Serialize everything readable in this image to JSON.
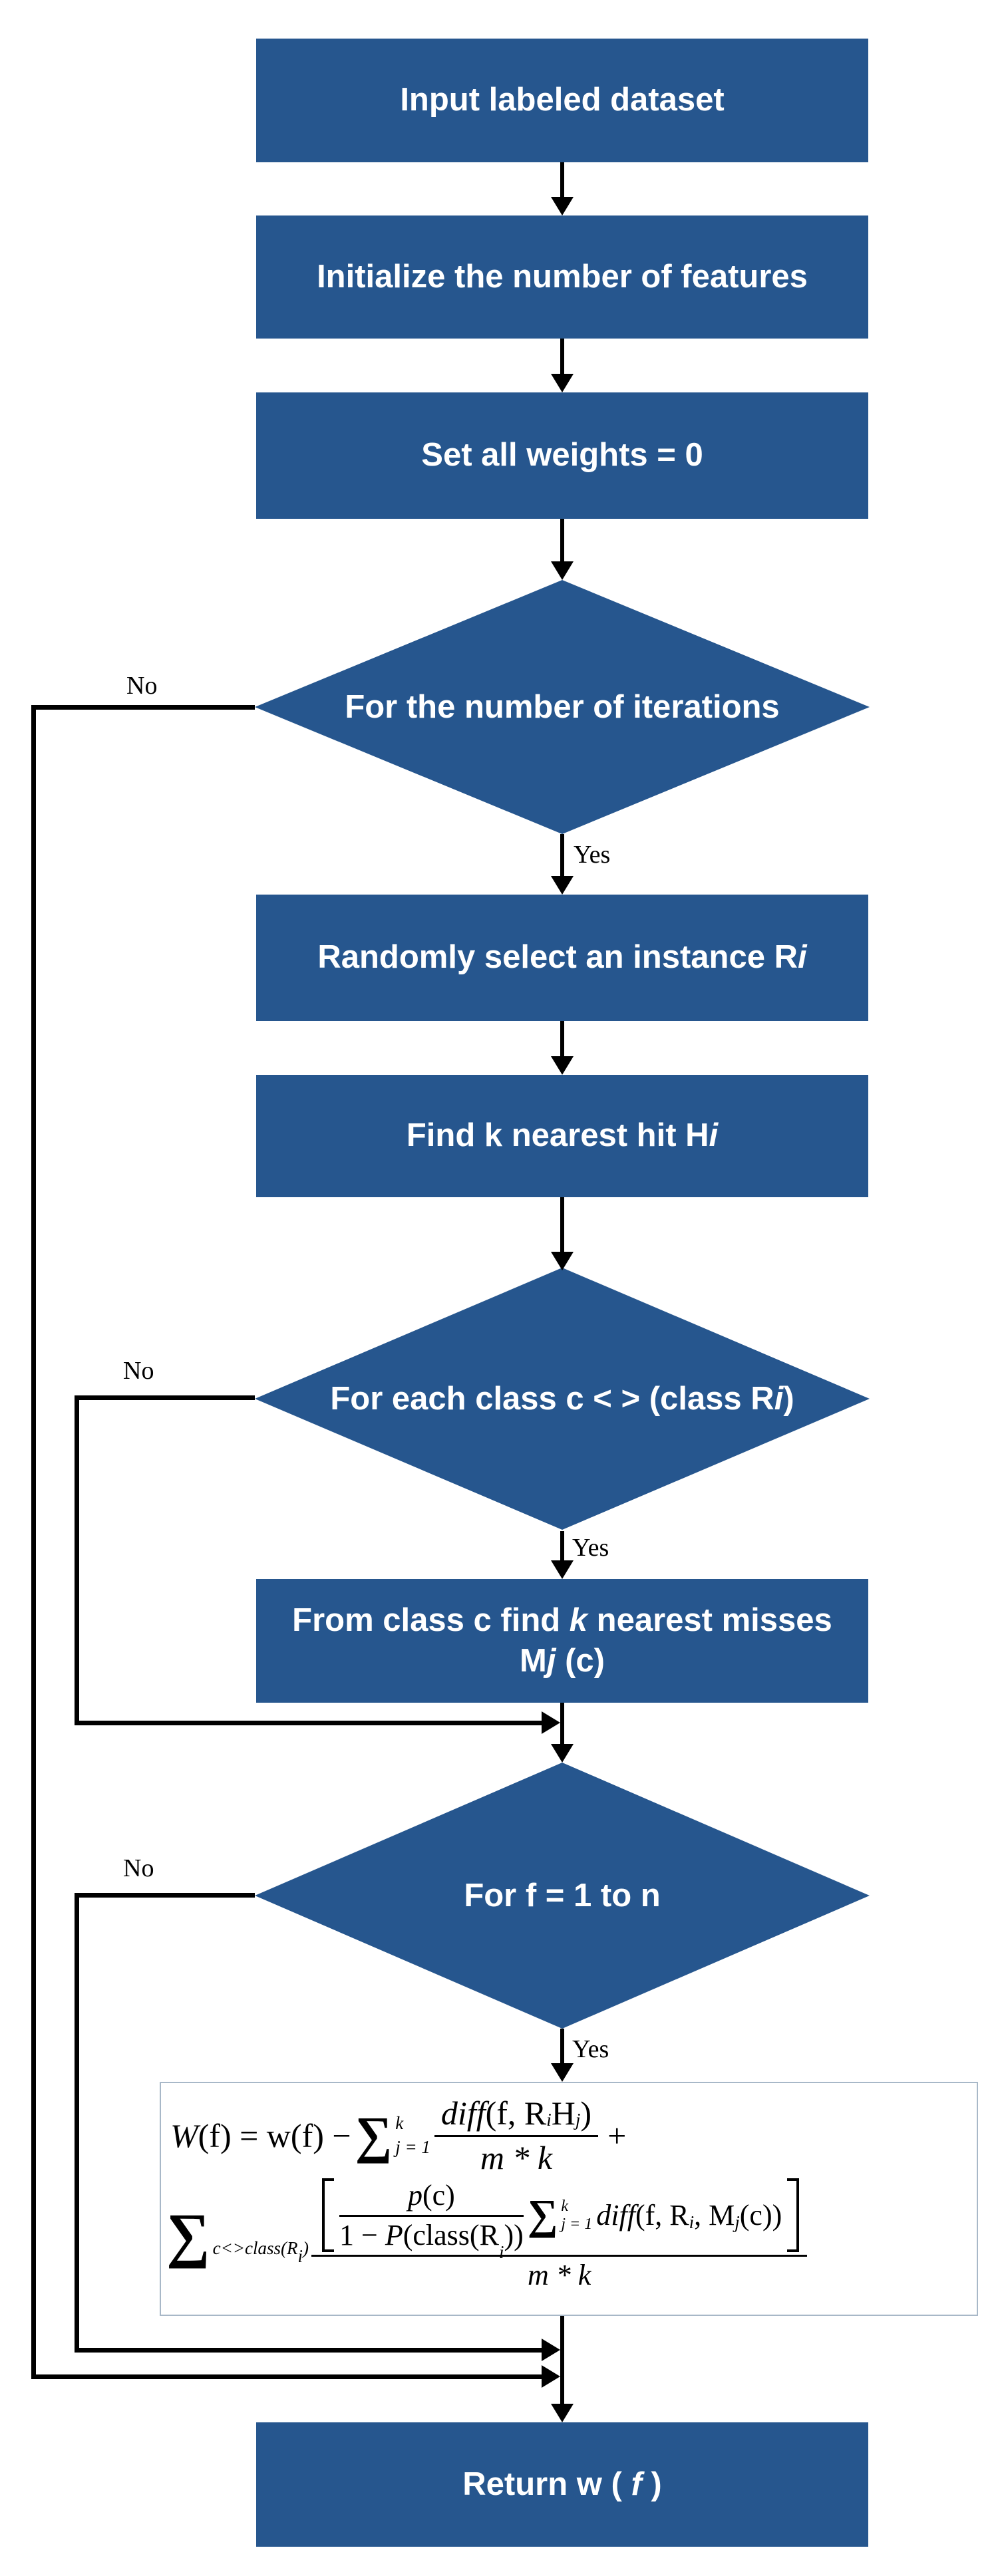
{
  "colors": {
    "shape_fill": "#26568E",
    "shape_text": "#ffffff",
    "line": "#000000",
    "formula_border": "#a8b8c8"
  },
  "labels": {
    "yes": "Yes",
    "no": "No"
  },
  "nodes": {
    "input": {
      "label": "Input labeled dataset"
    },
    "init": {
      "label": "Initialize the number of features"
    },
    "weights": {
      "label": "Set all weights = 0"
    },
    "iterations": {
      "label": "For the number of iterations"
    },
    "random": {
      "pre": "Randomly select an instance R",
      "it": "i"
    },
    "hits": {
      "pre": "Find k nearest hit H",
      "it": "i"
    },
    "eachclass": {
      "pre": "For each class c < > (class R",
      "it": "i",
      "post": ")"
    },
    "misses": {
      "line1_pre": "From class c find ",
      "line1_it": "k",
      "line1_post": " nearest misses",
      "line2_pre": "M",
      "line2_it": "j",
      "line2_post": " (c)"
    },
    "forf": {
      "label": "For f = 1 to n"
    },
    "return": {
      "pre": "Return w ( ",
      "it": "f",
      "post": " )"
    }
  },
  "formula": {
    "l1": {
      "W": "W",
      "lhs": " (f) = w(f) − ",
      "sig": "∑",
      "k": "k",
      "j1": "j = 1",
      "diff": "diff",
      "arg1": " (f, R",
      "subi": "i",
      "H": "H",
      "subj": "j",
      "close": " )",
      "den": "m * k",
      "plus": "+"
    },
    "l2": {
      "sig": "∑",
      "sub_pre": "c<>class(R",
      "sub_i": "i",
      "sub_close": ")",
      "p": "p",
      "pc": "(c)",
      "one": "1 − ",
      "P": "P",
      "pden": "(class(R",
      "pden_i": "i",
      "pden_close": "))",
      "sig2": "∑",
      "k": "k",
      "j1": "j = 1",
      "diff": "diff",
      "arg": " (f, R",
      "subi": "i",
      "comma": ", M",
      "subj": "j",
      "argc": "(c))",
      "den": "m * k"
    }
  }
}
